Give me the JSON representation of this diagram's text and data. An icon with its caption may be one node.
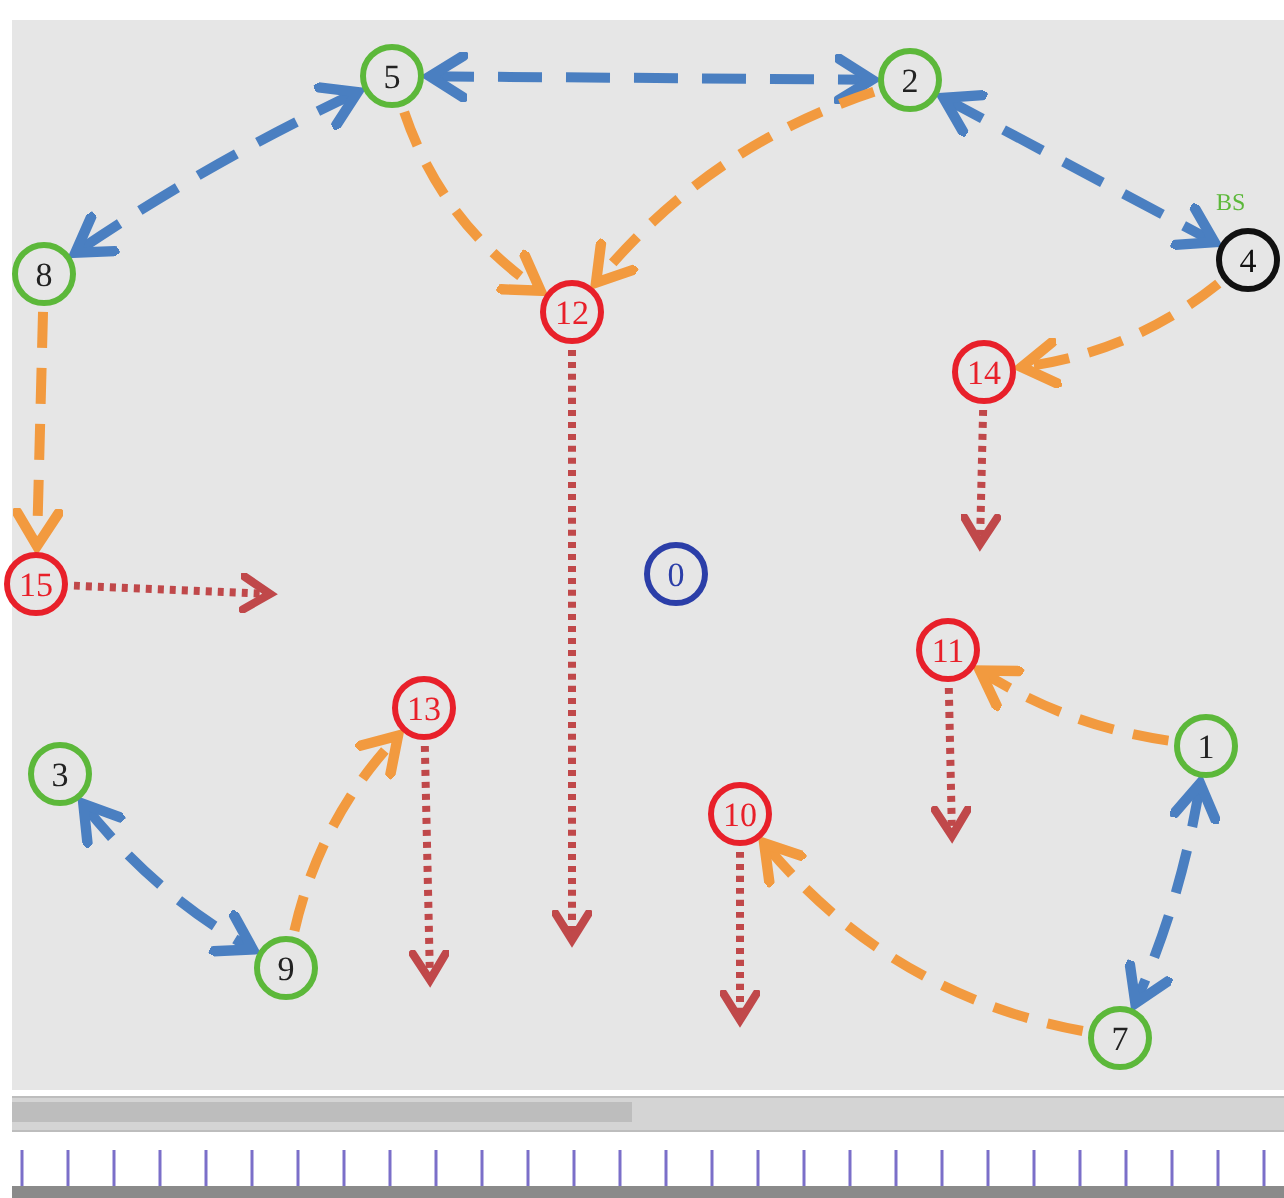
{
  "diagram": {
    "nodes": [
      {
        "text": [
          "5"
        ]
      },
      {
        "text": [
          "2"
        ]
      },
      {
        "text": [
          "4"
        ],
        "beside": [
          "BS"
        ]
      },
      {
        "text": [
          "8"
        ]
      },
      {
        "text": [
          "12"
        ]
      },
      {
        "text": [
          "14"
        ]
      },
      {
        "text": [
          "15"
        ]
      },
      {
        "text": [
          "0"
        ]
      },
      {
        "text": [
          "11"
        ]
      },
      {
        "text": [
          "13"
        ]
      },
      {
        "text": [
          "1"
        ]
      },
      {
        "text": [
          "3"
        ]
      },
      {
        "text": [
          "10"
        ]
      },
      {
        "text": [
          "9"
        ]
      },
      {
        "text": [
          "7"
        ]
      }
    ],
    "edges": [
      {
        "from": 0,
        "to": 1,
        "arrow": "both",
        "style": "dashed",
        "color": "#4a7fc1"
      },
      {
        "from": 0,
        "to": 3,
        "arrow": "both",
        "style": "dashed",
        "color": "#4a7fc1"
      },
      {
        "from": 1,
        "to": 2,
        "arrow": "both",
        "style": "dashed",
        "color": "#4a7fc1"
      },
      {
        "from": 0,
        "to": 4,
        "arrow": "to",
        "style": "dashed",
        "color": "#f29a3f"
      },
      {
        "from": 1,
        "to": 4,
        "arrow": "to",
        "style": "dashed",
        "color": "#f29a3f"
      },
      {
        "from": 2,
        "to": 5,
        "arrow": "to",
        "style": "dashed",
        "color": "#f29a3f"
      },
      {
        "from": 3,
        "to": 6,
        "arrow": "to",
        "style": "dashed",
        "color": "#f29a3f"
      },
      {
        "from": 13,
        "to": 9,
        "arrow": "to",
        "style": "dashed",
        "color": "#f29a3f"
      },
      {
        "from": 10,
        "to": 8,
        "arrow": "to",
        "style": "dashed",
        "color": "#f29a3f"
      },
      {
        "from": 14,
        "to": 12,
        "arrow": "to",
        "style": "dashed",
        "color": "#f29a3f"
      },
      {
        "from": 11,
        "to": 13,
        "arrow": "both",
        "style": "dashed",
        "color": "#4a7fc1"
      },
      {
        "from": 10,
        "to": 14,
        "arrow": "both",
        "style": "dashed",
        "color": "#4a7fc1"
      },
      {
        "from": 6,
        "to": null,
        "arrow": "to",
        "style": "dashed",
        "color": "#c0484a"
      },
      {
        "from": 4,
        "to": null,
        "arrow": "to",
        "style": "dashed",
        "color": "#c0484a"
      },
      {
        "from": 5,
        "to": null,
        "arrow": "to",
        "style": "dashed",
        "color": "#c0484a"
      },
      {
        "from": 8,
        "to": null,
        "arrow": "to",
        "style": "dashed",
        "color": "#c0484a"
      },
      {
        "from": 9,
        "to": null,
        "arrow": "to",
        "style": "dashed",
        "color": "#c0484a"
      },
      {
        "from": 12,
        "to": null,
        "arrow": "to",
        "style": "dashed",
        "color": "#c0484a"
      }
    ]
  }
}
